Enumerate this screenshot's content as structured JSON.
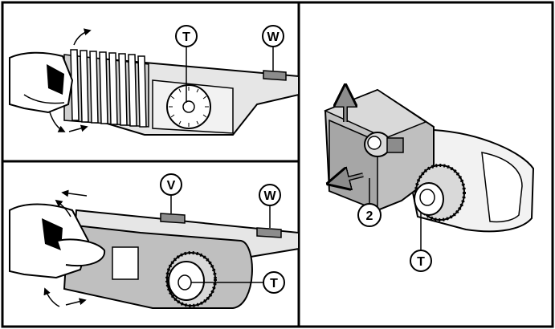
{
  "figure": {
    "colors": {
      "line": "#000000",
      "fill_light": "#d9d9d9",
      "fill_mid": "#bfbfbf",
      "fill_dark": "#8c8c8c",
      "paper": "#ffffff"
    },
    "panels": [
      {
        "id": "top-left",
        "callouts": [
          {
            "id": "t",
            "label": "T"
          },
          {
            "id": "w",
            "label": "W"
          }
        ]
      },
      {
        "id": "bottom-left",
        "callouts": [
          {
            "id": "v",
            "label": "V"
          },
          {
            "id": "w",
            "label": "W"
          },
          {
            "id": "t",
            "label": "T"
          }
        ]
      },
      {
        "id": "right",
        "callouts": [
          {
            "id": "2",
            "label": "2"
          },
          {
            "id": "t",
            "label": "T"
          }
        ]
      }
    ]
  }
}
